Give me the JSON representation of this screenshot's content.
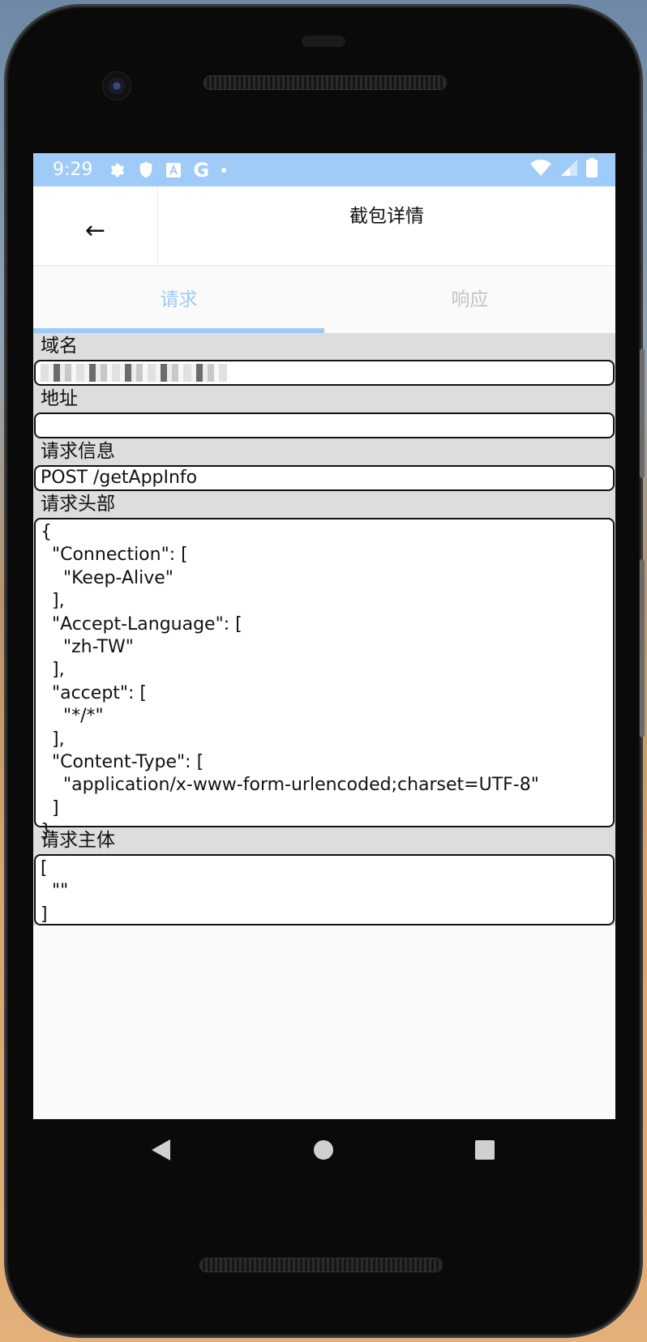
{
  "status_bar": {
    "time": "9:29",
    "icons": [
      "gear-icon",
      "shield-icon",
      "a-icon",
      "google-g-icon",
      "dot-icon"
    ],
    "right_icons": [
      "wifi-icon",
      "signal-icon",
      "battery-icon"
    ],
    "color": "#9ecbf8"
  },
  "app_bar": {
    "back_glyph": "←",
    "title": "截包详情"
  },
  "tabs": [
    {
      "label": "请求",
      "active": true
    },
    {
      "label": "响应",
      "active": false
    }
  ],
  "sections": {
    "domain": {
      "label": "域名",
      "value": ""
    },
    "address": {
      "label": "地址",
      "value": ""
    },
    "request_info": {
      "label": "请求信息",
      "value": "POST /getAppInfo"
    },
    "request_headers": {
      "label": "请求头部",
      "value": "{\n  \"Connection\": [\n    \"Keep-Alive\"\n  ],\n  \"Accept-Language\": [\n    \"zh-TW\"\n  ],\n  \"accept\": [\n    \"*/*\"\n  ],\n  \"Content-Type\": [\n    \"application/x-www-form-urlencoded;charset=UTF-8\"\n  ]\n}"
    },
    "request_body": {
      "label": "请求主体",
      "value": "[\n  \"\"\n]"
    }
  },
  "nav_bar": {
    "back": "nav-back-icon",
    "home": "nav-home-icon",
    "recents": "nav-recents-icon"
  }
}
